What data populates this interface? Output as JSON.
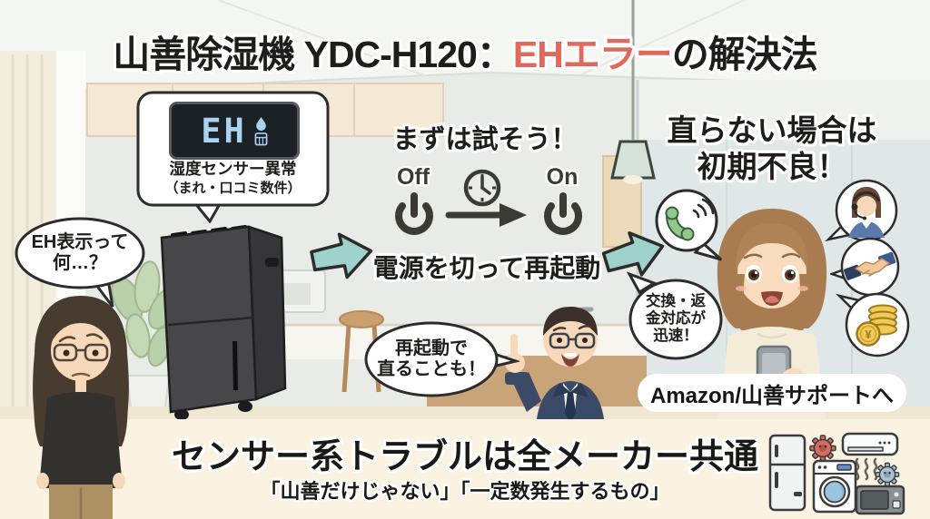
{
  "title": {
    "prefix": "山善除湿機 YDC-H120：",
    "highlight": "EHエラー",
    "suffix": "の解決法"
  },
  "error_bubble": {
    "display": "EH",
    "label": "湿度センサー異常",
    "note": "（まれ・口コミ数件）"
  },
  "question_bubble": {
    "line1": "EH表示って",
    "line2": "何…？"
  },
  "retry_step": {
    "heading": "まずは試そう！",
    "off": "Off",
    "on": "On",
    "caption": "電源を切って再起動"
  },
  "restart_bubble": {
    "line1": "再起動で",
    "line2": "直ることも！"
  },
  "support_step": {
    "heading1": "直らない場合は",
    "heading2": "初期不良！",
    "bubble1": "交換・返",
    "bubble2": "金対応が",
    "bubble3": "迅速！",
    "badge": "Amazon/山善サポートへ",
    "yen": "¥"
  },
  "footer": {
    "heading": "センサー系トラブルは全メーカー共通",
    "sub": "「山善だけじゃない」「一定数発生するもの」"
  },
  "colors": {
    "accent_red": "#e0685c",
    "arrow_teal": "#9fd2ca",
    "display_blue": "#a9d3f0",
    "banner_cream": "#faf3e1",
    "phone_green": "#8fc98c",
    "coin_gold": "#f1cb54"
  },
  "icons": {
    "power_off": "power-icon",
    "power_on": "power-icon",
    "clock": "clock-icon",
    "phone": "phone-icon",
    "operator": "support-operator-icon",
    "handshake": "handshake-icon",
    "coins": "yen-coins-icon",
    "droplet": "droplet-icon",
    "tank": "water-tank-icon",
    "appliances": "home-appliances-icons"
  }
}
